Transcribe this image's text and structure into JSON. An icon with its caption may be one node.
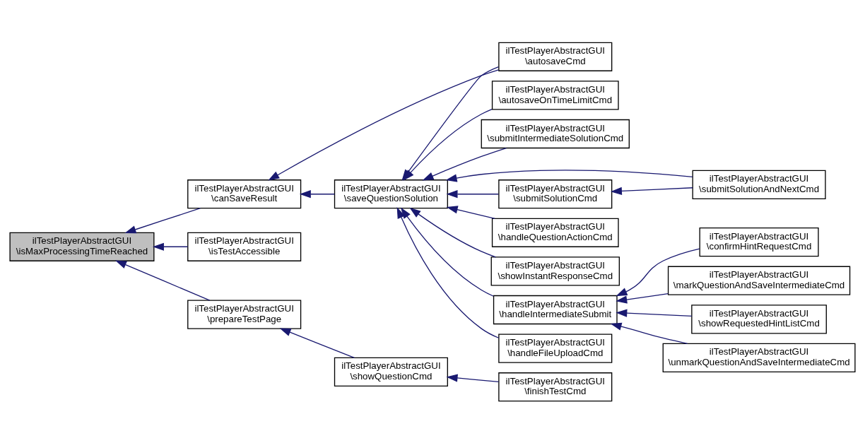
{
  "diagram": {
    "nodes": [
      {
        "text": [
          "ilTestPlayerAbstractGUI \\isMaxProcessingTimeReached"
        ]
      },
      {
        "text": [
          "ilTestPlayerAbstractGUI \\canSaveResult"
        ]
      },
      {
        "text": [
          "ilTestPlayerAbstractGUI \\isTestAccessible"
        ]
      },
      {
        "text": [
          "ilTestPlayerAbstractGUI \\prepareTestPage"
        ]
      },
      {
        "text": [
          "ilTestPlayerAbstractGUI \\saveQuestionSolution"
        ]
      },
      {
        "text": [
          "ilTestPlayerAbstractGUI \\showQuestionCmd"
        ]
      },
      {
        "text": [
          "ilTestPlayerAbstractGUI \\autosaveCmd"
        ]
      },
      {
        "text": [
          "ilTestPlayerAbstractGUI \\autosaveOnTimeLimitCmd"
        ]
      },
      {
        "text": [
          "ilTestPlayerAbstractGUI \\submitIntermediateSolutionCmd"
        ]
      },
      {
        "text": [
          "ilTestPlayerAbstractGUI \\submitSolutionCmd"
        ]
      },
      {
        "text": [
          "ilTestPlayerAbstractGUI \\submitSolutionAndNextCmd"
        ]
      },
      {
        "text": [
          "ilTestPlayerAbstractGUI \\handleQuestionActionCmd"
        ]
      },
      {
        "text": [
          "ilTestPlayerAbstractGUI \\showInstantResponseCmd"
        ]
      },
      {
        "text": [
          "ilTestPlayerAbstractGUI \\handleIntermediateSubmit"
        ]
      },
      {
        "text": [
          "ilTestPlayerAbstractGUI \\handleFileUploadCmd"
        ]
      },
      {
        "text": [
          "ilTestPlayerAbstractGUI \\finishTestCmd"
        ]
      },
      {
        "text": [
          "ilTestPlayerAbstractGUI \\confirmHintRequestCmd"
        ]
      },
      {
        "text": [
          "ilTestPlayerAbstractGUI \\markQuestionAndSaveIntermediateCmd"
        ]
      },
      {
        "text": [
          "ilTestPlayerAbstractGUI \\showRequestedHintListCmd"
        ]
      },
      {
        "text": [
          "ilTestPlayerAbstractGUI \\unmarkQuestionAndSaveIntermediateCmd"
        ]
      }
    ],
    "edges": [
      {
        "from": 1,
        "to": 0,
        "arrow": "to"
      },
      {
        "from": 2,
        "to": 0,
        "arrow": "to"
      },
      {
        "from": 3,
        "to": 0,
        "arrow": "to"
      },
      {
        "from": 6,
        "to": 1,
        "arrow": "to"
      },
      {
        "from": 4,
        "to": 1,
        "arrow": "to"
      },
      {
        "from": 5,
        "to": 3,
        "arrow": "to"
      },
      {
        "from": 6,
        "to": 4,
        "arrow": "to"
      },
      {
        "from": 7,
        "to": 4,
        "arrow": "to"
      },
      {
        "from": 8,
        "to": 4,
        "arrow": "to"
      },
      {
        "from": 9,
        "to": 4,
        "arrow": "to"
      },
      {
        "from": 10,
        "to": 4,
        "arrow": "to"
      },
      {
        "from": 11,
        "to": 4,
        "arrow": "to"
      },
      {
        "from": 12,
        "to": 4,
        "arrow": "to"
      },
      {
        "from": 13,
        "to": 4,
        "arrow": "to"
      },
      {
        "from": 14,
        "to": 4,
        "arrow": "to"
      },
      {
        "from": 10,
        "to": 9,
        "arrow": "to"
      },
      {
        "from": 16,
        "to": 13,
        "arrow": "to"
      },
      {
        "from": 17,
        "to": 13,
        "arrow": "to"
      },
      {
        "from": 18,
        "to": 13,
        "arrow": "to"
      },
      {
        "from": 19,
        "to": 13,
        "arrow": "to"
      },
      {
        "from": 15,
        "to": 5,
        "arrow": "to"
      }
    ]
  }
}
